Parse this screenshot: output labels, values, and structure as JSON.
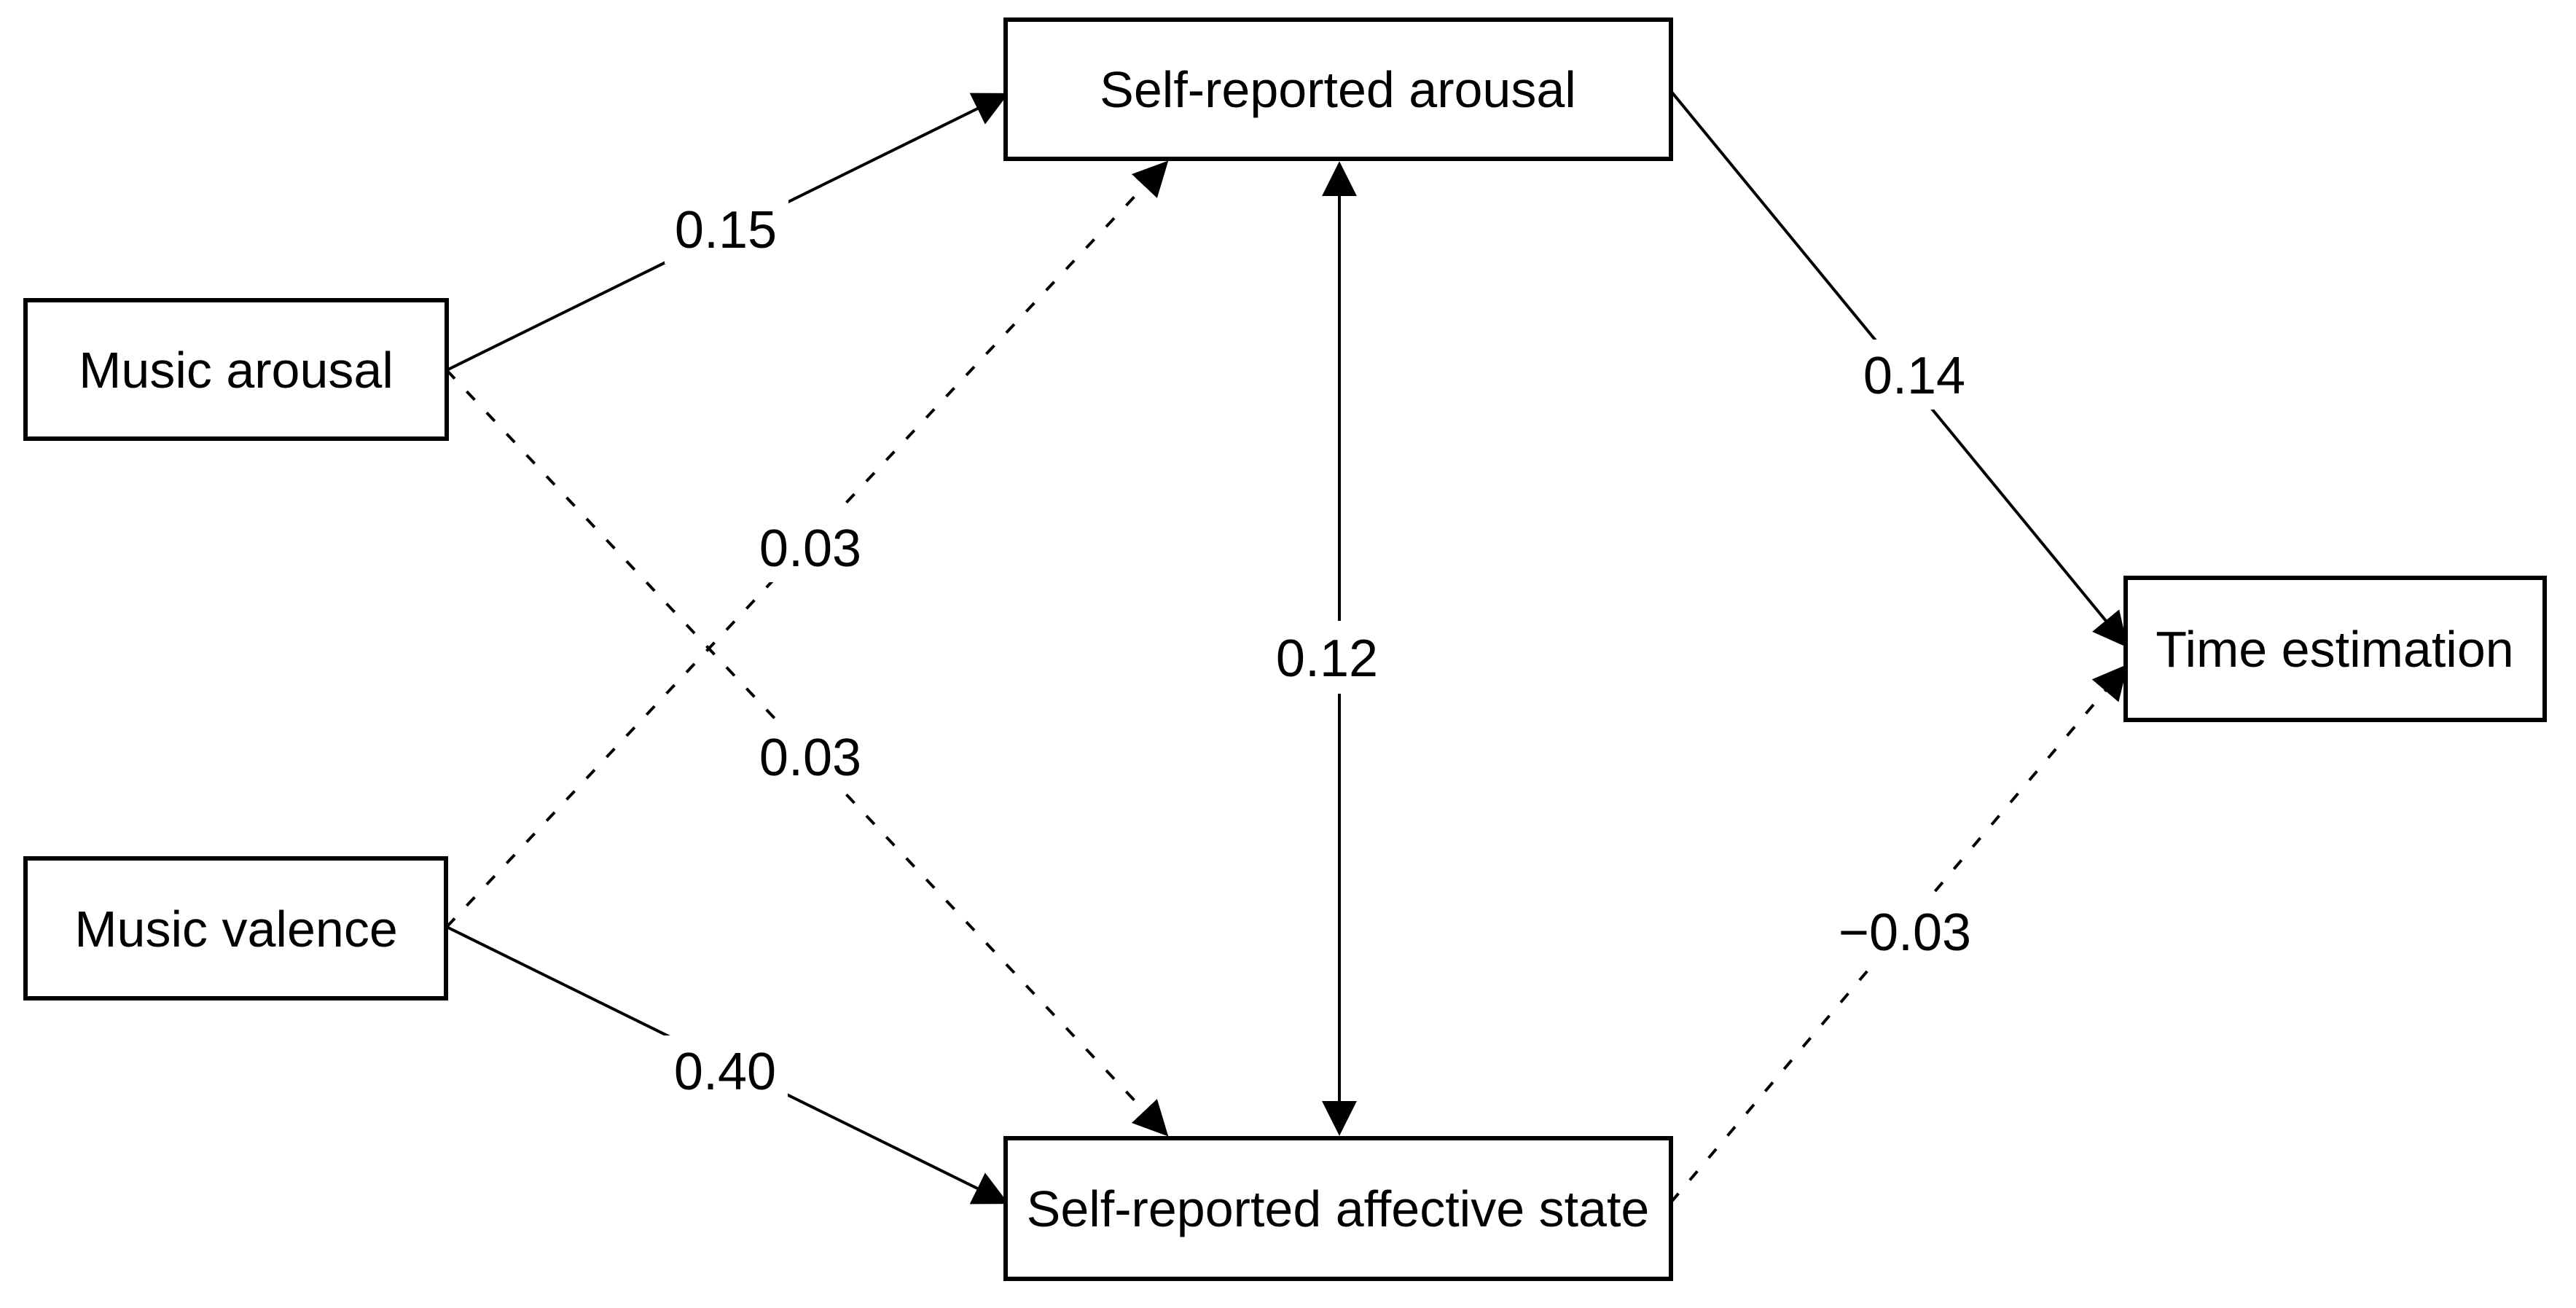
{
  "diagram": {
    "type": "path-model",
    "colors": {
      "line": "#000000",
      "box_fill": "#ffffff",
      "box_border": "#000000",
      "background": "#ffffff"
    },
    "nodes": [
      {
        "id": "music-arousal",
        "label": "Music arousal"
      },
      {
        "id": "music-valence",
        "label": "Music valence"
      },
      {
        "id": "self-reported-arousal",
        "label": "Self-reported arousal"
      },
      {
        "id": "self-reported-affective-state",
        "label": "Self-reported affective state"
      },
      {
        "id": "time-estimation",
        "label": "Time estimation"
      }
    ],
    "edges": [
      {
        "from": "music-arousal",
        "to": "self-reported-arousal",
        "coefficient": "0.15",
        "style": "solid",
        "bidirectional": false
      },
      {
        "from": "music-arousal",
        "to": "self-reported-affective-state",
        "coefficient": "0.03",
        "style": "dashed",
        "bidirectional": false
      },
      {
        "from": "music-valence",
        "to": "self-reported-arousal",
        "coefficient": "0.03",
        "style": "dashed",
        "bidirectional": false
      },
      {
        "from": "music-valence",
        "to": "self-reported-affective-state",
        "coefficient": "0.40",
        "style": "solid",
        "bidirectional": false
      },
      {
        "from": "self-reported-arousal",
        "to": "self-reported-affective-state",
        "coefficient": "0.12",
        "style": "solid",
        "bidirectional": true
      },
      {
        "from": "self-reported-arousal",
        "to": "time-estimation",
        "coefficient": "0.14",
        "style": "solid",
        "bidirectional": false
      },
      {
        "from": "self-reported-affective-state",
        "to": "time-estimation",
        "coefficient": "−0.03",
        "style": "dashed",
        "bidirectional": false
      }
    ]
  }
}
